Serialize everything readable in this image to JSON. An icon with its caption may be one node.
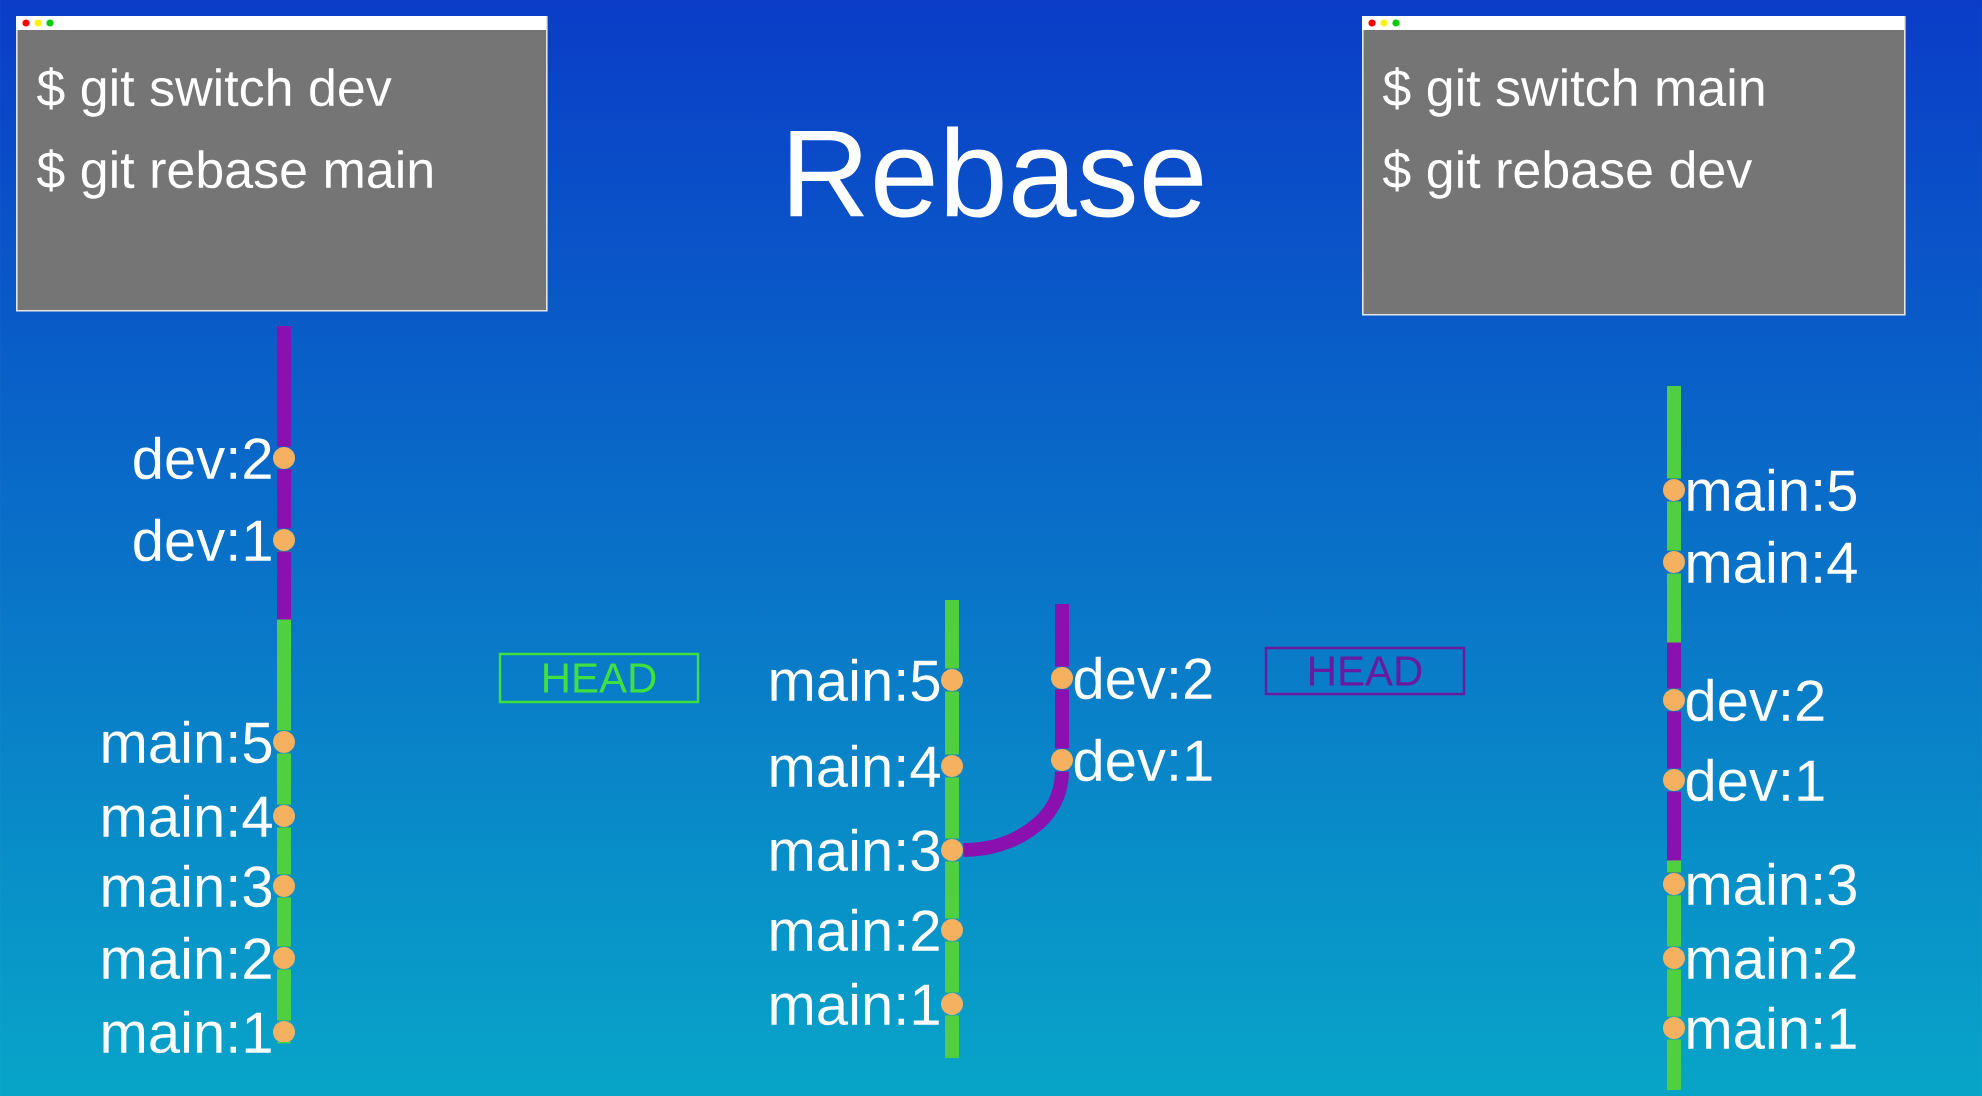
{
  "diagram": {
    "title": "Rebase",
    "nodes": [
      {
        "text": [
          "$ git switch dev",
          "$ git rebase main"
        ]
      },
      {
        "text": [
          "$ git switch main",
          "$ git rebase dev"
        ]
      },
      {
        "text": [
          "dev:2"
        ]
      },
      {
        "text": [
          "dev:1"
        ]
      },
      {
        "text": [
          "main:5"
        ]
      },
      {
        "text": [
          "main:4"
        ]
      },
      {
        "text": [
          "main:3"
        ]
      },
      {
        "text": [
          "main:2"
        ]
      },
      {
        "text": [
          "main:1"
        ]
      },
      {
        "text": [
          "HEAD"
        ]
      },
      {
        "text": [
          "main:5"
        ]
      },
      {
        "text": [
          "main:4"
        ]
      },
      {
        "text": [
          "main:3"
        ]
      },
      {
        "text": [
          "main:2"
        ]
      },
      {
        "text": [
          "main:1"
        ]
      },
      {
        "text": [
          "dev:2"
        ]
      },
      {
        "text": [
          "dev:1"
        ]
      },
      {
        "text": [
          "HEAD"
        ]
      },
      {
        "text": [
          "main:5"
        ]
      },
      {
        "text": [
          "main:4"
        ]
      },
      {
        "text": [
          "dev:2"
        ]
      },
      {
        "text": [
          "dev:1"
        ]
      },
      {
        "text": [
          "main:3"
        ]
      },
      {
        "text": [
          "main:2"
        ]
      },
      {
        "text": [
          "main:1"
        ]
      }
    ],
    "edges": [
      {
        "from": 2,
        "to": 3,
        "arrow": "none",
        "color": "#8a10b0"
      },
      {
        "from": 3,
        "to": 4,
        "arrow": "none"
      },
      {
        "from": 4,
        "to": 5,
        "arrow": "none"
      },
      {
        "from": 5,
        "to": 6,
        "arrow": "none"
      },
      {
        "from": 6,
        "to": 7,
        "arrow": "none"
      },
      {
        "from": 7,
        "to": 8,
        "arrow": "none"
      },
      {
        "from": 10,
        "to": 11,
        "arrow": "none"
      },
      {
        "from": 11,
        "to": 12,
        "arrow": "none"
      },
      {
        "from": 12,
        "to": 13,
        "arrow": "none"
      },
      {
        "from": 13,
        "to": 14,
        "arrow": "none"
      },
      {
        "from": 12,
        "to": 16,
        "arrow": "none",
        "color": "#8a10b0"
      },
      {
        "from": 16,
        "to": 15,
        "arrow": "none",
        "color": "#8a10b0"
      },
      {
        "from": 18,
        "to": 19,
        "arrow": "none"
      },
      {
        "from": 19,
        "to": 20,
        "arrow": "none"
      },
      {
        "from": 20,
        "to": 21,
        "arrow": "none",
        "color": "#8a10b0"
      },
      {
        "from": 21,
        "to": 22,
        "arrow": "none",
        "color": "#8a10b0"
      },
      {
        "from": 22,
        "to": 23,
        "arrow": "none"
      },
      {
        "from": 23,
        "to": 24,
        "arrow": "none"
      }
    ]
  }
}
